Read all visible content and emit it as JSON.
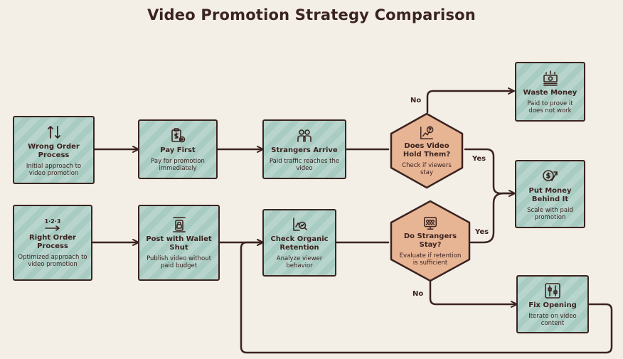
{
  "title": "Video Promotion Strategy Comparison",
  "nodes": {
    "wrong": {
      "title": "Wrong Order Process",
      "desc": "Initial approach to video promotion",
      "icon": "swap-arrows-icon"
    },
    "payfirst": {
      "title": "Pay First",
      "desc": "Pay for promotion immediately",
      "icon": "paid-clipboard-icon"
    },
    "strangers": {
      "title": "Strangers Arrive",
      "desc": "Paid traffic reaches the video",
      "icon": "people-group-icon"
    },
    "hold": {
      "title": "Does Video Hold Them?",
      "desc": "Check if viewers stay",
      "icon": "chart-question-icon"
    },
    "waste": {
      "title": "Waste Money",
      "desc": "Paid to prove it does not work",
      "icon": "money-stack-icon"
    },
    "putmoney": {
      "title": "Put Money Behind It",
      "desc": "Scale with paid promotion",
      "icon": "money-growth-icon"
    },
    "right": {
      "title": "Right Order Process",
      "desc": "Optimized approach to video promotion",
      "icon": "ordered-steps-icon",
      "icon_text": "1·2·3"
    },
    "post": {
      "title": "Post with Wallet Shut",
      "desc": "Publish video without paid budget",
      "icon": "locked-wallet-icon"
    },
    "organic": {
      "title": "Check Organic Retention",
      "desc": "Analyze viewer behavior",
      "icon": "chart-search-icon"
    },
    "stay": {
      "title": "Do Strangers Stay?",
      "desc": "Evaluate if retention is sufficient",
      "icon": "audience-icon"
    },
    "fix": {
      "title": "Fix Opening",
      "desc": "Iterate on video content",
      "icon": "editing-tools-icon"
    }
  },
  "edge_labels": {
    "hold_no": "No",
    "hold_yes": "Yes",
    "stay_yes": "Yes",
    "stay_no": "No"
  },
  "colors": {
    "box": "#a9ccc2",
    "decision": "#e8b594",
    "line": "#3b2320",
    "background": "#f3efe6"
  }
}
